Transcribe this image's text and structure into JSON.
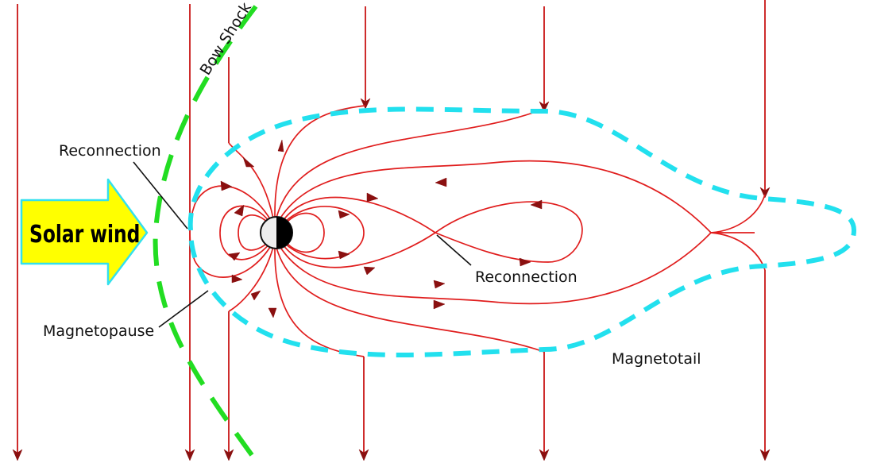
{
  "labels": {
    "bow_shock": "Bow Shock",
    "reconnection_dayside": "Reconnection",
    "reconnection_tail": "Reconnection",
    "magnetopause": "Magnetopause",
    "magnetotail": "Magnetotail",
    "solar_wind": "Solar wind"
  },
  "colors": {
    "field_lines": "#e01d1d",
    "bow_shock": "#22dd22",
    "magnetopause": "#22e0ee",
    "solar_wind_arrow_fill": "#ffff00",
    "solar_wind_arrow_outline": "#33e0ee",
    "planet_day": "#eeeeee",
    "planet_night": "#000000"
  },
  "icons": {
    "planet": "half-lit-planet-icon",
    "solar_wind": "right-arrow-icon"
  }
}
